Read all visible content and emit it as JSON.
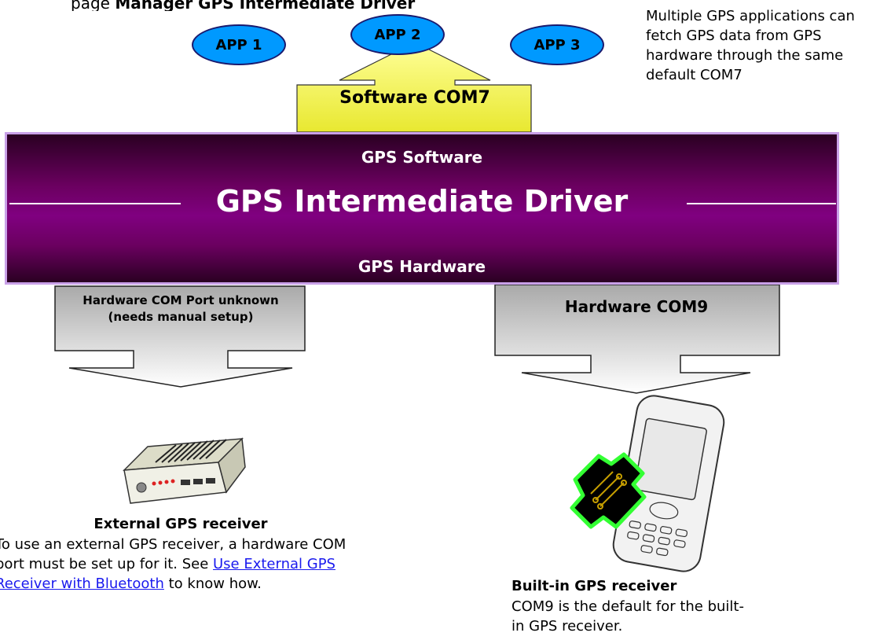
{
  "header_clip": {
    "before": "page",
    "bold": "Manager GPS Intermediate Driver"
  },
  "apps": [
    "APP 1",
    "APP 2",
    "APP 3"
  ],
  "software_com": "Software COM7",
  "note_top": "Multiple GPS applications can fetch GPS data from GPS hardware through the same default COM7",
  "driver": {
    "software_label": "GPS Software",
    "title": "GPS Intermediate Driver",
    "hardware_label": "GPS Hardware"
  },
  "hw_left": {
    "line1": "Hardware COM Port unknown",
    "line2": "(needs manual setup)"
  },
  "hw_right": "Hardware COM9",
  "external": {
    "label": "External GPS receiver",
    "desc_before": "To use an external GPS receiver, a hardware COM port must be set up for it. See ",
    "link": "Use External GPS Receiver with Bluetooth",
    "desc_after": " to know how."
  },
  "builtin": {
    "label": "Built-in GPS receiver",
    "desc": "COM9 is the default for the built-in GPS receiver."
  },
  "colors": {
    "app_fill": "#0099ff",
    "com7_fill": "#ffff66",
    "driver_fill": "#800080",
    "link": "#1a1aee"
  }
}
